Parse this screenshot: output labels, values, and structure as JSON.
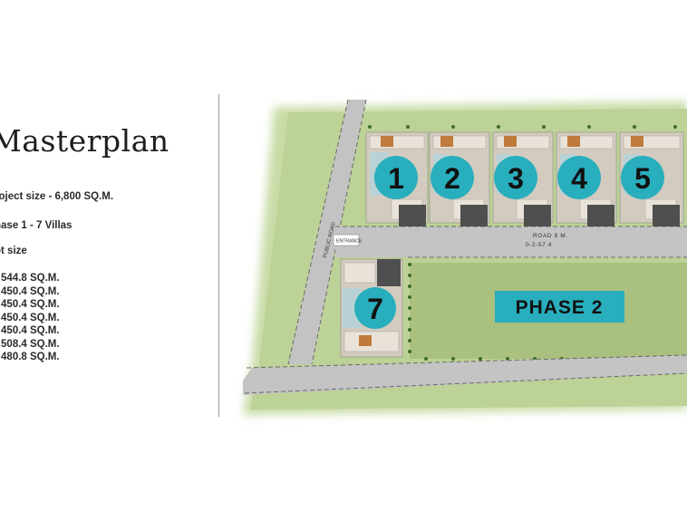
{
  "header": {
    "title": "Masterplan"
  },
  "project": {
    "size_text": "roject size -  6,800  SQ.M.",
    "phase_text": "hase 1  -  7  Villas",
    "plot_size_label": "ot size"
  },
  "plot_sizes": [
    "- 544.8 SQ.M.",
    "- 450.4 SQ.M.",
    "- 450.4 SQ.M.",
    "- 450.4 SQ.M.",
    "- 450.4 SQ.M.",
    "- 508.4 SQ.M.",
    "- 480.8 SQ.M."
  ],
  "plan": {
    "public_road_label": "PUBLIC ROAD",
    "entrance_label": "ENTRANCE",
    "road_label": "ROAD 8 M.",
    "road_area": "0-2-57.4",
    "phase2_label": "PHASE 2",
    "villas": [
      "1",
      "2",
      "3",
      "4",
      "5",
      "7"
    ]
  },
  "colors": {
    "badge": "#29aebd",
    "badge_text": "#111111",
    "road": "#c4c4c4",
    "lawn": "#b7cf8f",
    "phase2_field": "#a9c07f",
    "roof": "#d7cfc4",
    "deck": "#c07a3c",
    "pool": "#b9d2d6"
  }
}
